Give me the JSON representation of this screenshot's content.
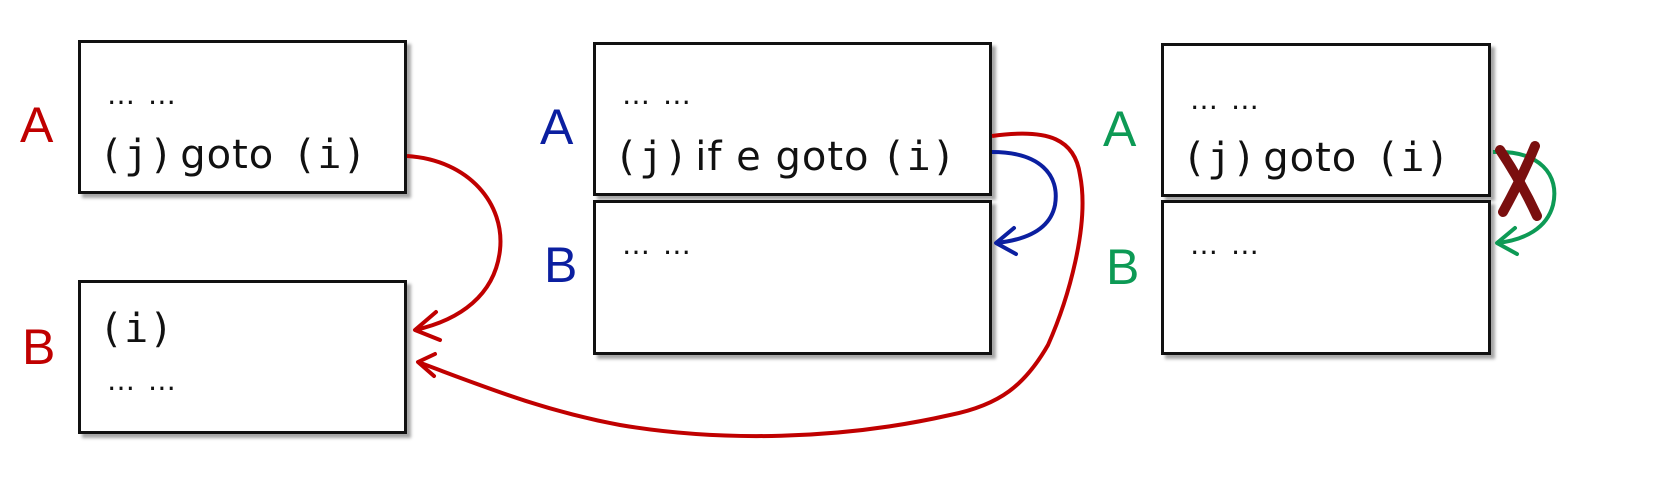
{
  "colors": {
    "red": "#c00000",
    "blue": "#0b1fa0",
    "green": "#0d9a55",
    "cross": "#7a0f0f",
    "ink": "#111111"
  },
  "panels": [
    {
      "label_a": "A",
      "label_b": "B",
      "box_a": {
        "line1": "… …",
        "line2_mono1": "(j)",
        "line2_sans": "goto",
        "line2_mono2": "(i)"
      },
      "box_b": {
        "line1": "(i)",
        "line2": "… …"
      }
    },
    {
      "label_a": "A",
      "label_b": "B",
      "box_a": {
        "line1": "… …",
        "line2_mono1": "(j)",
        "line2_sans": "if e goto",
        "line2_mono2": "(i)"
      },
      "box_b": {
        "line1": "… …"
      }
    },
    {
      "label_a": "A",
      "label_b": "B",
      "box_a": {
        "line1": "… …",
        "line2_mono1": "(j)",
        "line2_sans": "goto",
        "line2_mono2": "(i)"
      },
      "box_b": {
        "line1": "… …"
      }
    }
  ],
  "arrows": [
    {
      "name": "goto-arrow-panel1",
      "color": "red"
    },
    {
      "name": "fallthrough-arrow-panel2",
      "color": "blue"
    },
    {
      "name": "goto-arrow-panel2-to-panel1",
      "color": "red"
    },
    {
      "name": "fallthrough-arrow-panel3",
      "color": "green",
      "crossed": true
    }
  ]
}
